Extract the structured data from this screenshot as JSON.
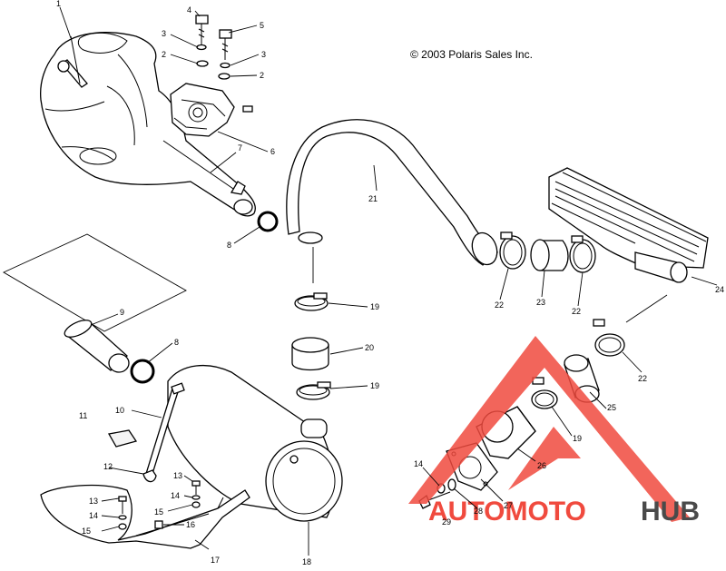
{
  "copyright": "© 2003 Polaris Sales Inc.",
  "labels": {
    "p1": "1",
    "p2a": "2",
    "p2b": "2",
    "p3a": "3",
    "p3b": "3",
    "p4": "4",
    "p5": "5",
    "p6": "6",
    "p7": "7",
    "p8a": "8",
    "p8b": "8",
    "p9": "9",
    "p10": "10",
    "p11": "11",
    "p12": "12",
    "p13a": "13",
    "p13b": "13",
    "p14a": "14",
    "p14b": "14",
    "p14c": "14",
    "p15a": "15",
    "p15b": "15",
    "p16": "16",
    "p17": "17",
    "p18": "18",
    "p19a": "19",
    "p19b": "19",
    "p19c": "19",
    "p20": "20",
    "p21": "21",
    "p22a": "22",
    "p22b": "22",
    "p22c": "22",
    "p23": "23",
    "p24": "24",
    "p25": "25",
    "p26": "26",
    "p27": "27",
    "p28": "28",
    "p29": "29"
  },
  "watermark": {
    "word_left": "AUTOMOTO",
    "word_right": "HUB",
    "color_red": "#f04a3e",
    "color_gray": "#4a4a4a"
  }
}
